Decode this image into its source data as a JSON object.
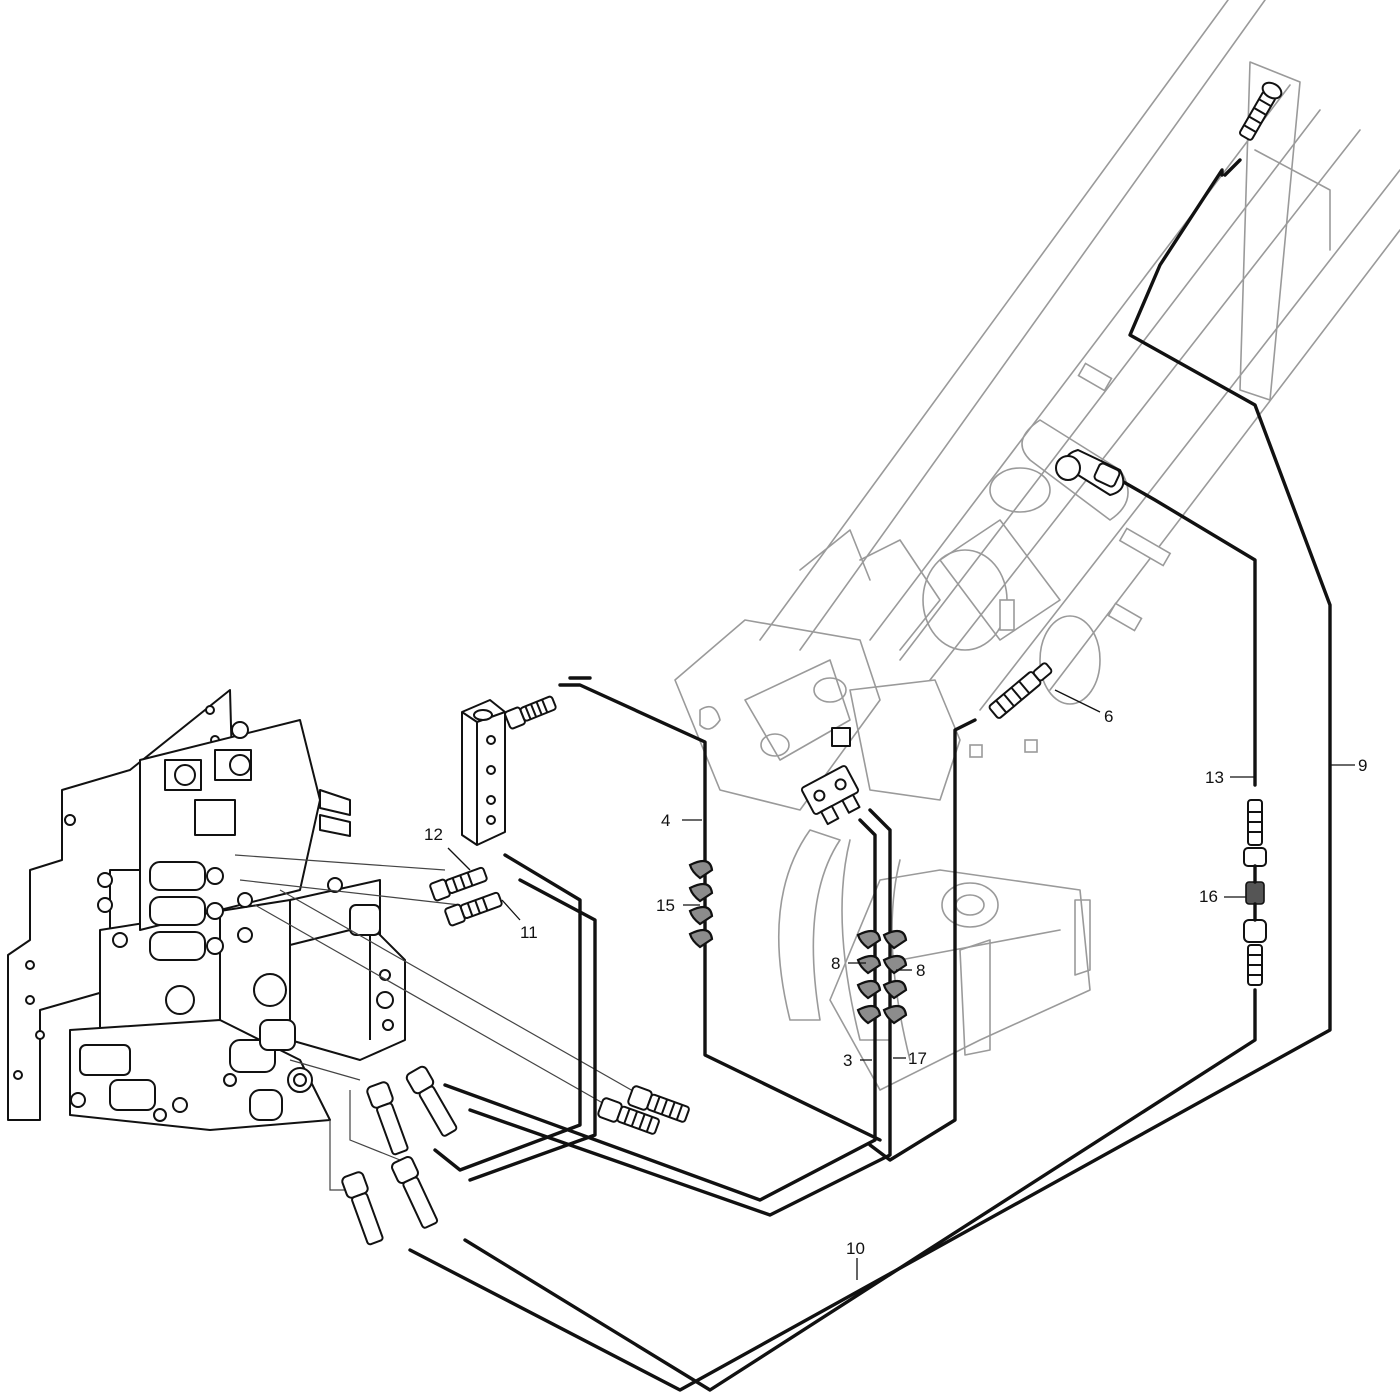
{
  "callouts": [
    {
      "id": "3",
      "label": "3"
    },
    {
      "id": "4",
      "label": "4"
    },
    {
      "id": "6",
      "label": "6"
    },
    {
      "id": "8a",
      "label": "8"
    },
    {
      "id": "8b",
      "label": "8"
    },
    {
      "id": "9",
      "label": "9"
    },
    {
      "id": "10",
      "label": "10"
    },
    {
      "id": "11",
      "label": "11"
    },
    {
      "id": "12",
      "label": "12"
    },
    {
      "id": "13",
      "label": "13"
    },
    {
      "id": "15",
      "label": "15"
    },
    {
      "id": "16",
      "label": "16"
    },
    {
      "id": "17",
      "label": "17"
    }
  ],
  "colors": {
    "hose": "#111111",
    "ghost_structure": "#9a9a9a",
    "clip_fill": "#8c8c8c",
    "background": "#ffffff"
  }
}
